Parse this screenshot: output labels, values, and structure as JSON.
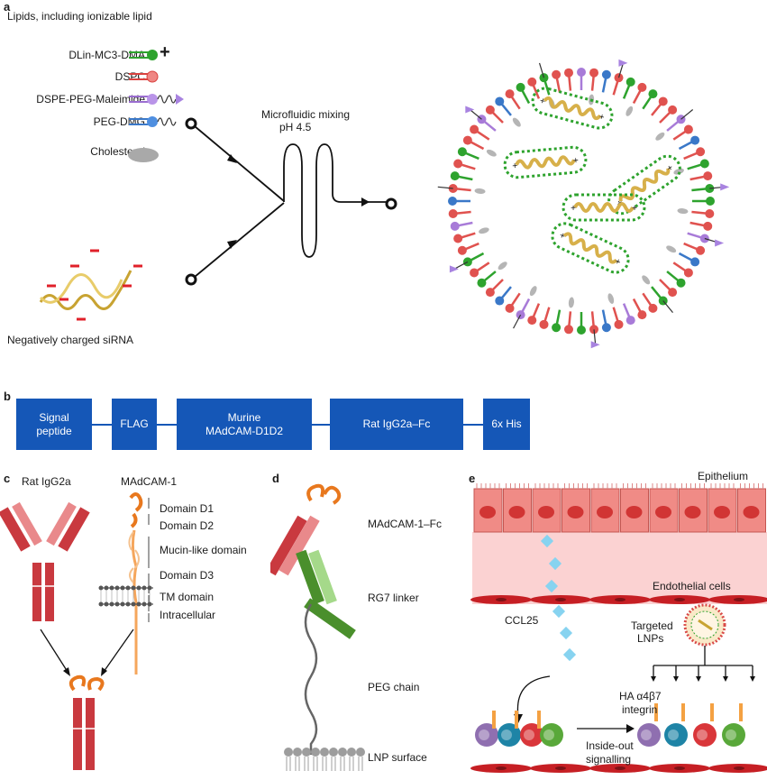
{
  "panel_a": {
    "letter": "a",
    "heading": "Lipids, including ionizable lipid",
    "lipids": [
      "DLin-MC3-DMA",
      "DSPC",
      "DSPE-PEG-Maleimide",
      "PEG-DMG",
      "Cholesterol"
    ],
    "plus_sign": "+",
    "mixing_label_1": "Microfluidic mixing",
    "mixing_label_2": "pH 4.5",
    "sirna_label": "Negatively charged siRNA",
    "colors": {
      "green": "#2ea32e",
      "red": "#e0524f",
      "purple": "#a87bd8",
      "blue": "#3a78c8",
      "gold": "#d7b04a",
      "gray": "#b5b5b5"
    }
  },
  "panel_b": {
    "letter": "b",
    "boxes": [
      {
        "line1": "Signal",
        "line2": "peptide"
      },
      {
        "line1": "FLAG",
        "line2": ""
      },
      {
        "line1": "Murine",
        "line2": "MAdCAM-D1D2"
      },
      {
        "line1": "Rat IgG2a–Fc",
        "line2": ""
      },
      {
        "line1": "6x His",
        "line2": ""
      }
    ]
  },
  "panel_c": {
    "letter": "c",
    "left_title": "Rat IgG2a",
    "right_title": "MAdCAM-1",
    "domains": [
      "Domain D1",
      "Domain D2",
      "Mucin-like domain",
      "Domain D3",
      "TM domain",
      "Intracellular"
    ]
  },
  "panel_d": {
    "letter": "d",
    "labels": [
      "MAdCAM-1–Fc",
      "RG7 linker",
      "PEG chain",
      "LNP surface"
    ]
  },
  "panel_e": {
    "letter": "e",
    "epithelium": "Epithelium",
    "endothelial": "Endothelial cells",
    "ccl25": "CCL25",
    "targeted_1": "Targeted",
    "targeted_2": "LNPs",
    "ha_integrin_1": "HA α4β7",
    "ha_integrin_2": "integrin",
    "inside_out_1": "Inside-out",
    "inside_out_2": "signalling"
  }
}
